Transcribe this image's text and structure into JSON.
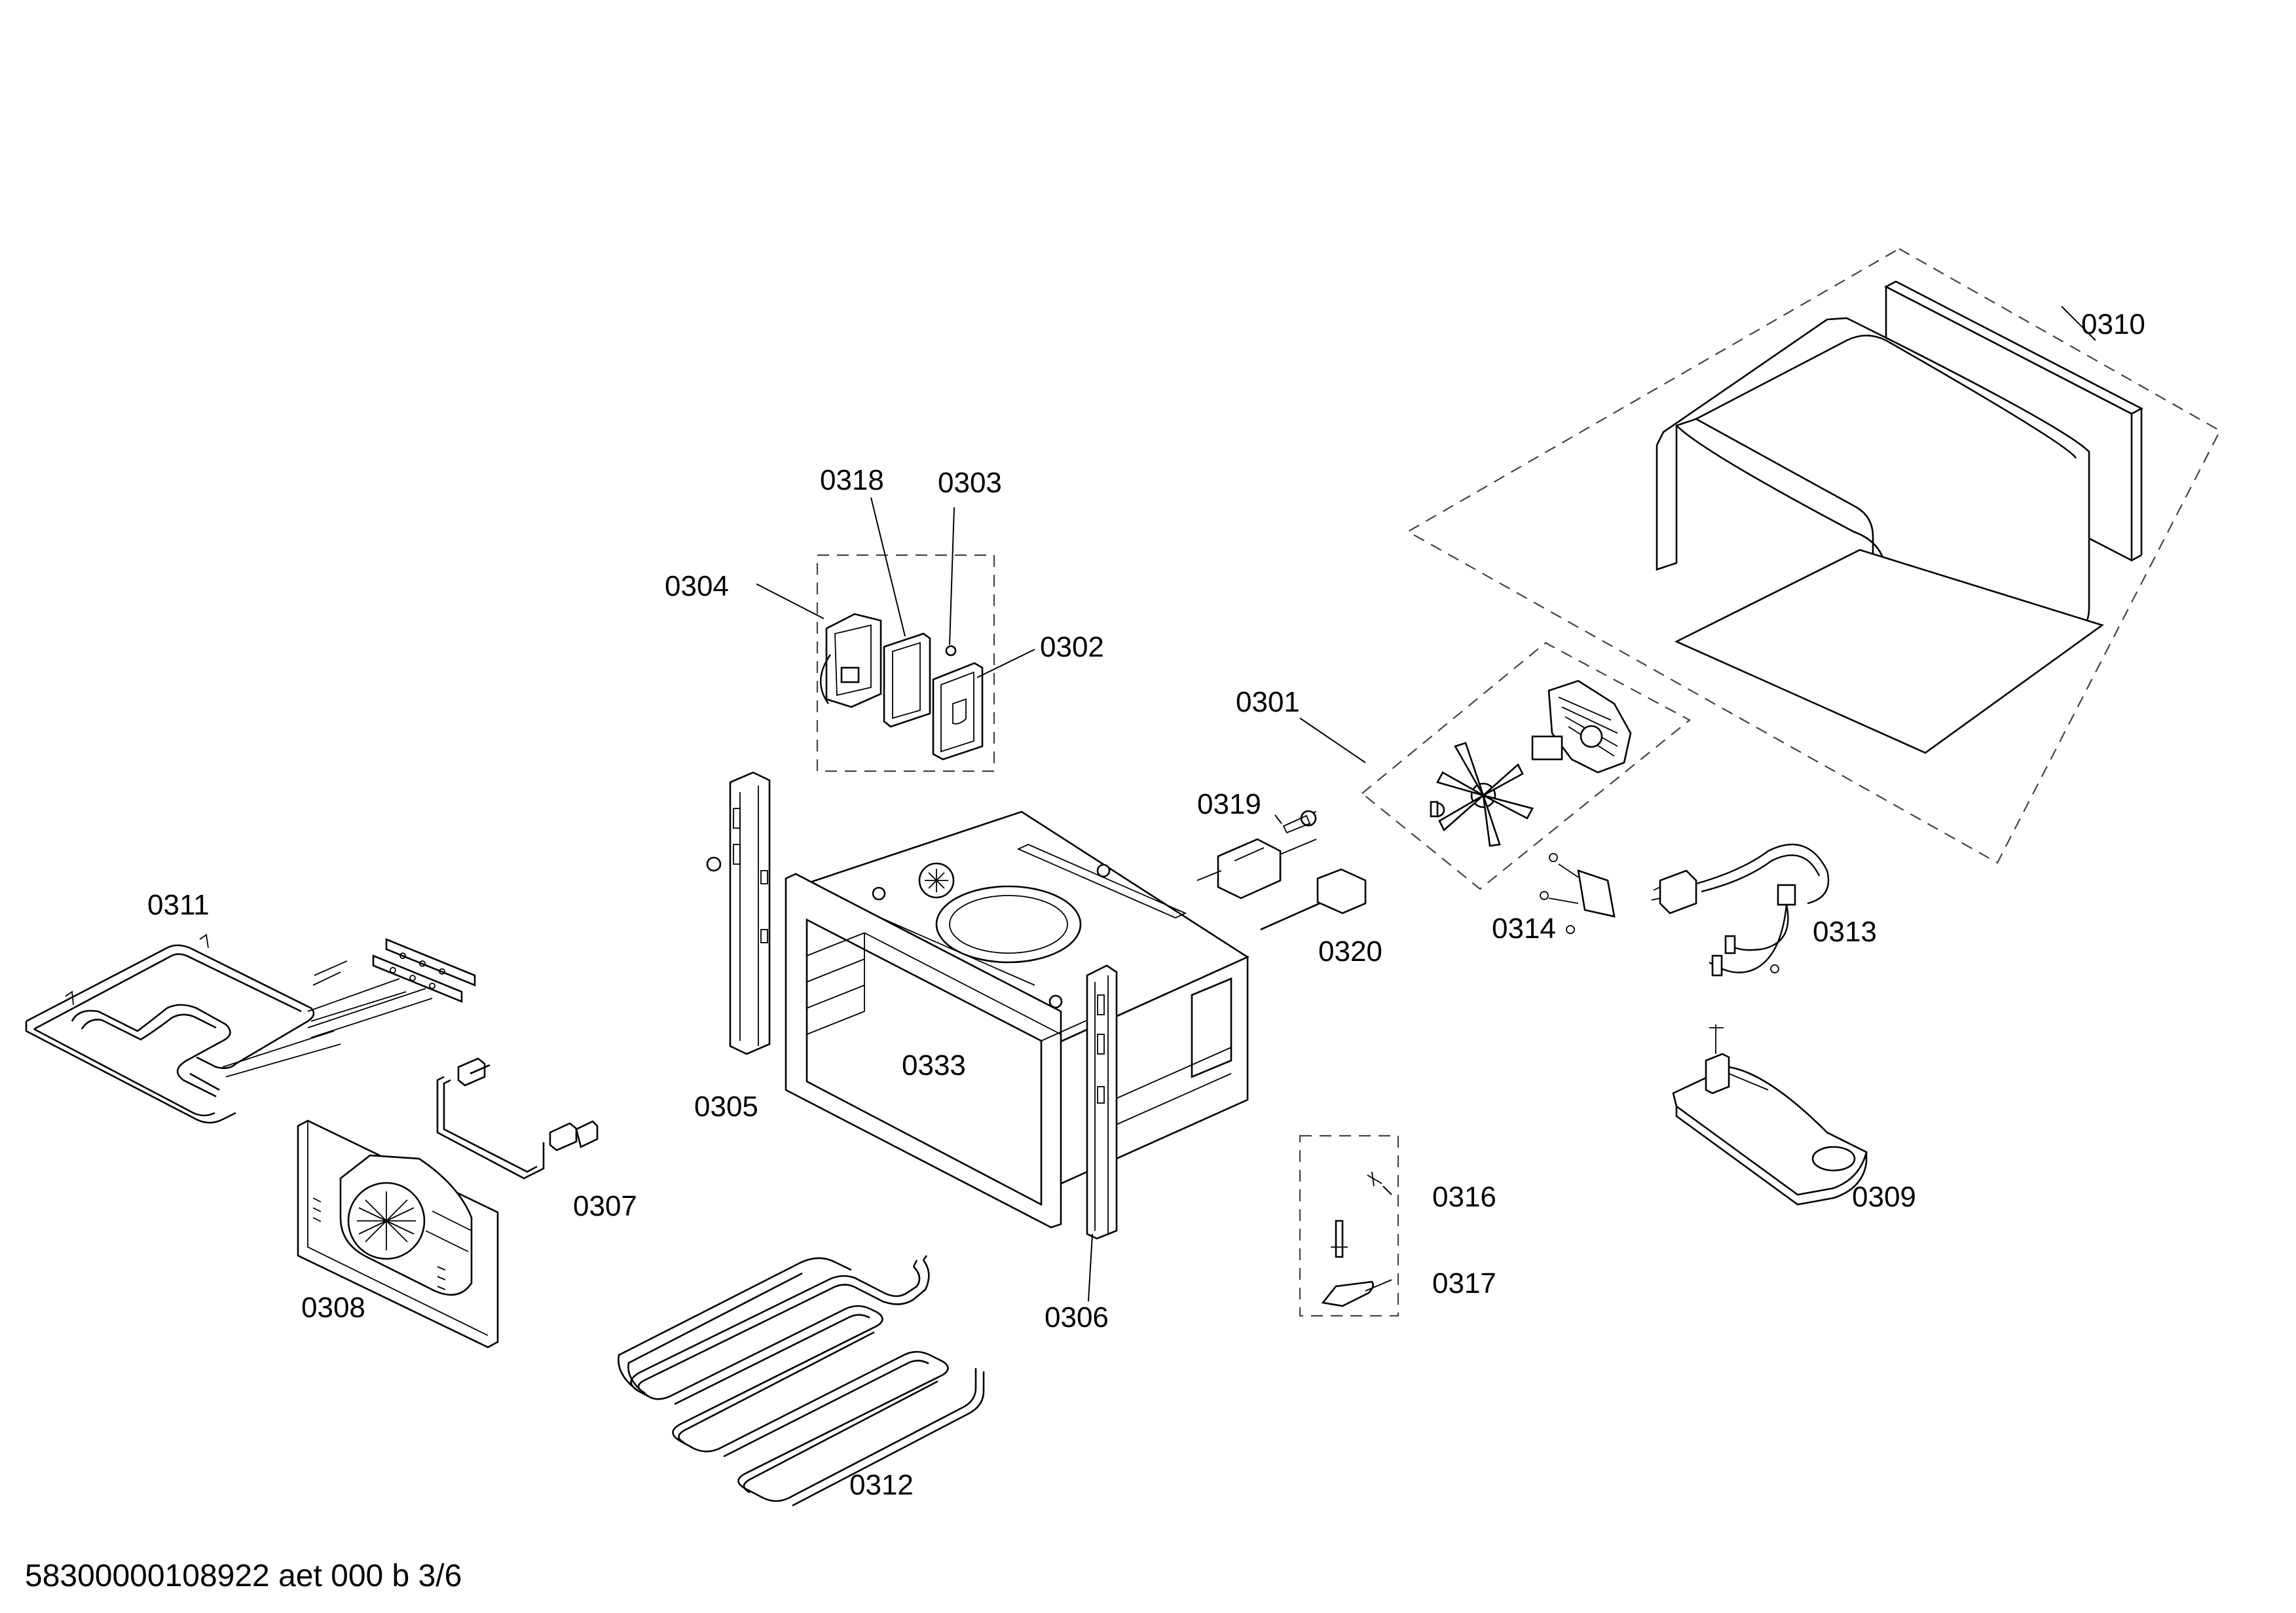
{
  "document_code": "58300000108922 aet 000 b 3/6",
  "part_labels": {
    "p0301": "0301",
    "p0302": "0302",
    "p0303": "0303",
    "p0304": "0304",
    "p0305": "0305",
    "p0306": "0306",
    "p0307": "0307",
    "p0308": "0308",
    "p0309": "0309",
    "p0310": "0310",
    "p0311": "0311",
    "p0312": "0312",
    "p0313": "0313",
    "p0314": "0314",
    "p0316": "0316",
    "p0317": "0317",
    "p0318": "0318",
    "p0319": "0319",
    "p0320": "0320",
    "p0333": "0333"
  }
}
